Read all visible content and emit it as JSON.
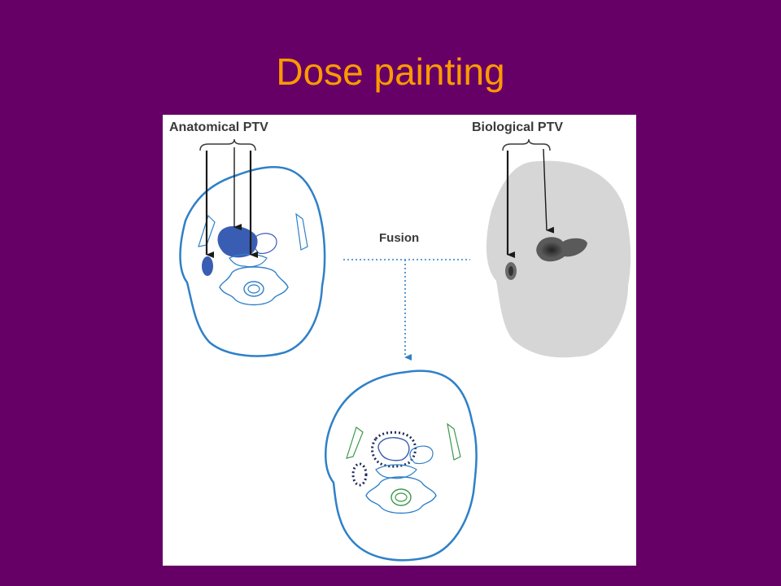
{
  "slide": {
    "title": "Dose painting",
    "title_color": "#ff9900",
    "background_color": "#660066"
  },
  "figure": {
    "anatomical_label": "Anatomical PTV",
    "biological_label": "Biological PTV",
    "fusion_label": "Fusion",
    "colors": {
      "outline_blue": "#2f80c8",
      "target_blue": "#3a5db4",
      "organ_green": "#3a9a4a",
      "bio_head_gray": "#d6d6d6",
      "bio_target_dark": "#4a4a4a",
      "dotted_navy": "#1e2a5a",
      "arrow_black": "#1a1a1a"
    }
  }
}
